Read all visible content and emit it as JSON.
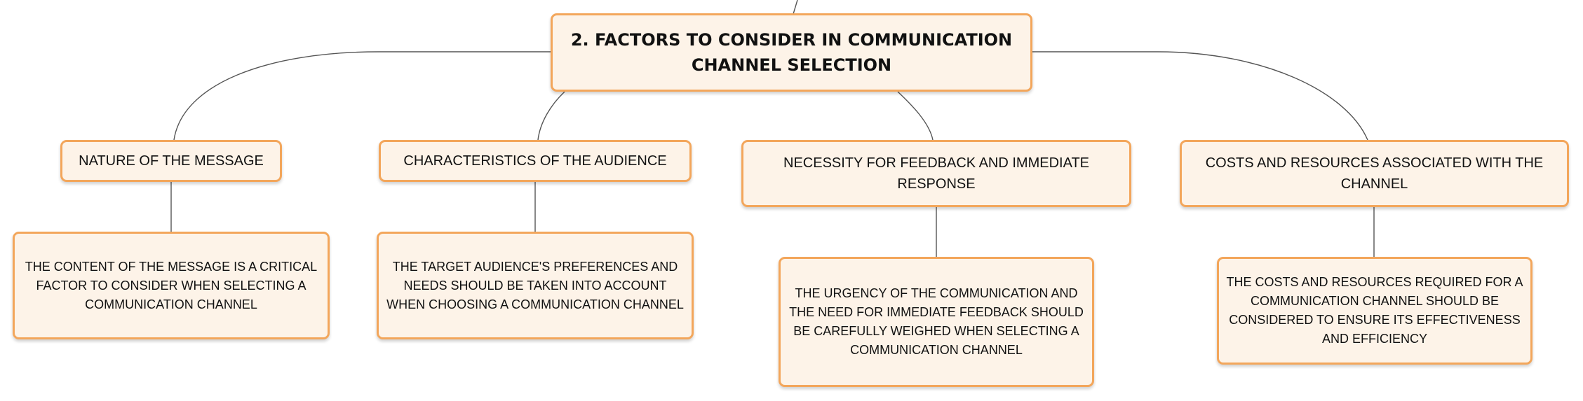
{
  "diagram": {
    "root": {
      "label": "2. FACTORS TO CONSIDER IN COMMUNICATION CHANNEL SELECTION"
    },
    "factors": [
      {
        "label": "NATURE OF THE MESSAGE",
        "detail": "THE CONTENT OF THE MESSAGE IS A CRITICAL FACTOR TO CONSIDER WHEN SELECTING A COMMUNICATION CHANNEL"
      },
      {
        "label": "CHARACTERISTICS OF THE AUDIENCE",
        "detail": "THE TARGET AUDIENCE'S PREFERENCES AND NEEDS SHOULD BE TAKEN INTO ACCOUNT WHEN CHOOSING A COMMUNICATION CHANNEL"
      },
      {
        "label": "NECESSITY FOR FEEDBACK AND IMMEDIATE RESPONSE",
        "detail": "THE URGENCY OF THE COMMUNICATION AND THE NEED FOR IMMEDIATE FEEDBACK SHOULD BE CAREFULLY WEIGHED WHEN SELECTING A COMMUNICATION CHANNEL"
      },
      {
        "label": "COSTS AND RESOURCES ASSOCIATED WITH THE CHANNEL",
        "detail": "THE COSTS AND RESOURCES REQUIRED FOR A COMMUNICATION CHANNEL SHOULD BE CONSIDERED TO ENSURE ITS EFFECTIVENESS AND EFFICIENCY"
      }
    ],
    "colors": {
      "node_fill": "#fdf3e8",
      "node_border": "#f3a65b",
      "connector": "#555555",
      "text": "#111111"
    }
  }
}
